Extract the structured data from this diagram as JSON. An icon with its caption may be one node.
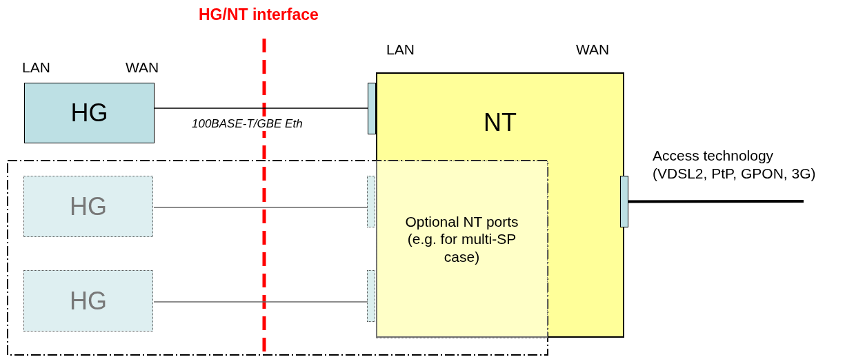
{
  "diagram": {
    "nodes": [
      {
        "text": [
          "HG"
        ]
      },
      {
        "text": [
          "NT"
        ]
      },
      {
        "text": [],
        "shape": "box"
      },
      {
        "text": [],
        "shape": "box"
      },
      {
        "text": [],
        "shape": "box"
      },
      {
        "text": [
          "Optional NT ports (e.g. for multi-SP case)"
        ]
      },
      {
        "text": [
          "HG"
        ],
        "in": 4
      },
      {
        "text": [
          "HG"
        ],
        "in": 4
      },
      {
        "text": [],
        "shape": "box",
        "in": 4
      },
      {
        "text": [],
        "shape": "box",
        "in": 4
      }
    ],
    "edges": [
      {
        "from": 0,
        "to": 2,
        "arrow": "none",
        "label": "100BASE-T/GBE Eth"
      },
      {
        "from": 6,
        "to": 8,
        "arrow": "none",
        "color": "#666666"
      },
      {
        "from": 7,
        "to": 9,
        "arrow": "none",
        "color": "#666666"
      },
      {
        "from": 3,
        "to": null,
        "arrow": "none",
        "style": "thick"
      }
    ],
    "labels": [
      "HG/NT interface",
      "LAN",
      "WAN",
      "LAN",
      "WAN",
      "Access technology (VDSL2, PtP, GPON, 3G)"
    ]
  }
}
